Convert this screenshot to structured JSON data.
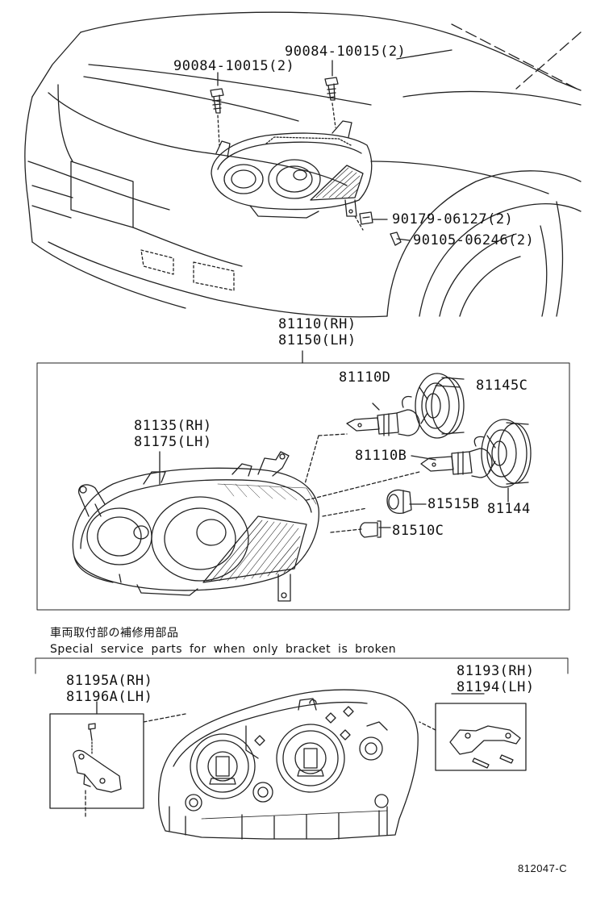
{
  "labels": {
    "bolt_left": "90084-10015(2)",
    "bolt_right": "90084-10015(2)",
    "clip": "90179-06127(2)",
    "screw": "90105-06246(2)",
    "assy_rh": "81110(RH)",
    "assy_lh": "81150(LH)",
    "housing_rh": "81135(RH)",
    "housing_lh": "81175(LH)",
    "bulb_d": "81110D",
    "cover_c": "81145C",
    "bulb_b": "81110B",
    "cover": "81144",
    "socket": "81515B",
    "bulb_c": "81510C",
    "kit_a_rh": "81195A(RH)",
    "kit_a_lh": "81196A(LH)",
    "kit_rh": "81193(RH)",
    "kit_lh": "81194(LH)"
  },
  "note": {
    "japanese": "車両取付部の補修用部品",
    "english": "Special service parts for when only bracket is broken"
  },
  "figure_code": "812047-C"
}
